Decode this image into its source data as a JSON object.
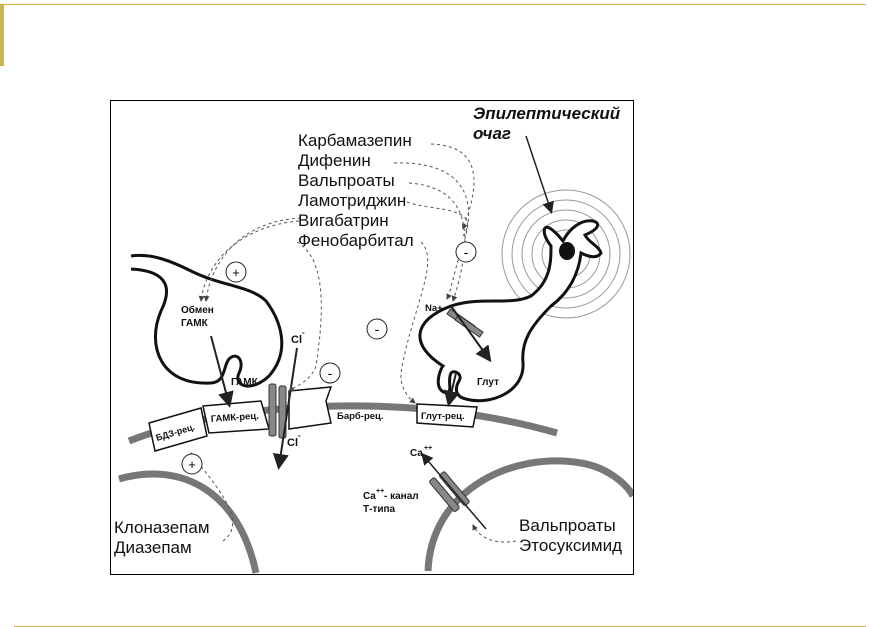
{
  "diagram": {
    "focus_title_line1": "Эпилептический",
    "focus_title_line2": "очаг",
    "drugs_top": [
      "Карбамазепин",
      "Дифенин",
      "Вальпроаты",
      "Ламотриджин",
      "Вигабатрин",
      "Фенобарбитал"
    ],
    "drugs_bottom_left": [
      "Клоназепам",
      "Диазепам"
    ],
    "drugs_bottom_right": [
      "Вальпроаты",
      "Этосуксимид"
    ],
    "labels": {
      "gaba_exchange_1": "Обмен",
      "gaba_exchange_2": "ГАМК",
      "gaba": "ГАМК",
      "gaba_receptor": "ГАМК-рец.",
      "bdz_receptor": "БДЗ-рец.",
      "barb_receptor": "Барб-рец.",
      "chloride_top": "Cl",
      "chloride_bottom": "Cl",
      "minus_sup": "-",
      "na": "Na+",
      "glut": "Глут",
      "glut_receptor": "Глут-рец.",
      "ca": "Ca",
      "ca_sup": "++",
      "ca_channel_1": "Ca",
      "ca_channel_1b": " - канал",
      "ca_channel_2": "Т-типа"
    },
    "signs": {
      "plus": "+",
      "minus": "-"
    }
  }
}
